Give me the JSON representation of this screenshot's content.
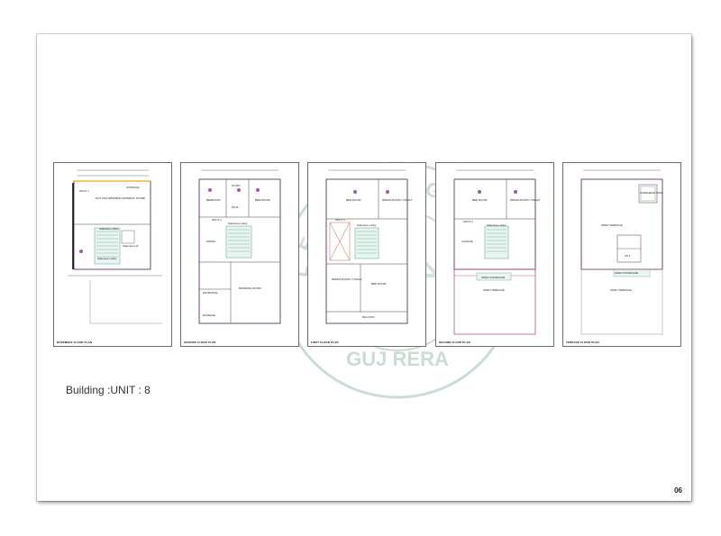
{
  "caption": "Building :UNIT : 8",
  "page_number": "06",
  "watermark": {
    "top_text": "GUJARAT REAL ESTATE REGULATORY AUTHORITY",
    "bottom_text": "GUJ RERA",
    "color": "#c9ddd2"
  },
  "plans": [
    {
      "title": "BASEMENT FLOOR PLAN",
      "labels": [
        "STORAGE",
        "NOT INFLAMMABLE MATERIAL STORE",
        "SPLIT 1",
        "Staircase Lobby",
        "Staircase Lobby",
        "Staircase Lift"
      ]
    },
    {
      "title": "GROUND FLOOR PLAN",
      "labels": [
        "BEDROOM",
        "STUDY",
        "BED ROOM",
        "PUJA",
        "DINING",
        "Staircase Lobby",
        "DRAWING ROOM",
        "ENTRANCE",
        "PASSAGE",
        "SPLIT 1"
      ]
    },
    {
      "title": "FIRST FLOOR PLAN",
      "labels": [
        "BED ROOM",
        "DRESS ROOM / TOILET",
        "SPLIT 1",
        "Staircase Lobby",
        "DRESS ROOM / TOILET",
        "BED ROOM",
        "BALCONY"
      ]
    },
    {
      "title": "SECOND FLOOR PLAN",
      "labels": [
        "BED ROOM",
        "DRESS ROOM / TOILET",
        "LOUNGE",
        "SPLIT 1",
        "Staircase Lobby",
        "OPEN TERRACE",
        "OPEN STAIRCASE"
      ]
    },
    {
      "title": "TERRACE FLOOR PLAN",
      "labels": [
        "OPEN TERRACE",
        "OVERHEAD TANK",
        "OPEN STAIRCASE",
        "LIFT",
        "OPEN TERRACE"
      ]
    }
  ]
}
